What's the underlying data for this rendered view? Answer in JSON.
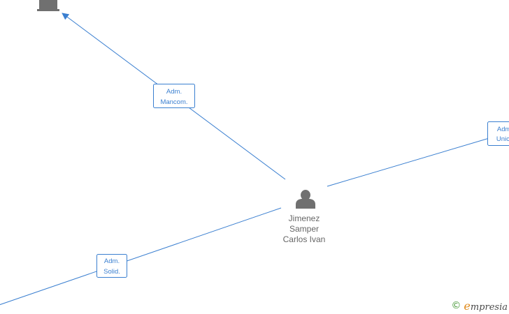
{
  "person": {
    "name_lines": [
      "Jimenez",
      "Samper",
      "Carlos Ivan"
    ]
  },
  "relations": [
    {
      "id": "mancom",
      "lines": [
        "Adm.",
        "Mancom."
      ]
    },
    {
      "id": "unico",
      "lines": [
        "Adm.",
        "Unico"
      ]
    },
    {
      "id": "solid",
      "lines": [
        "Adm.",
        "Solid."
      ]
    }
  ],
  "watermark": {
    "copyright_symbol": "©",
    "brand_initial": "e",
    "brand_rest": "mpresia"
  },
  "colors": {
    "edge": "#3a7fd0",
    "node_icon": "#707070",
    "node_label": "#666666",
    "brand_orange": "#e08a1a",
    "brand_green": "#4a9a3a"
  },
  "icons": {
    "person": "person-icon",
    "company": "building-icon"
  }
}
